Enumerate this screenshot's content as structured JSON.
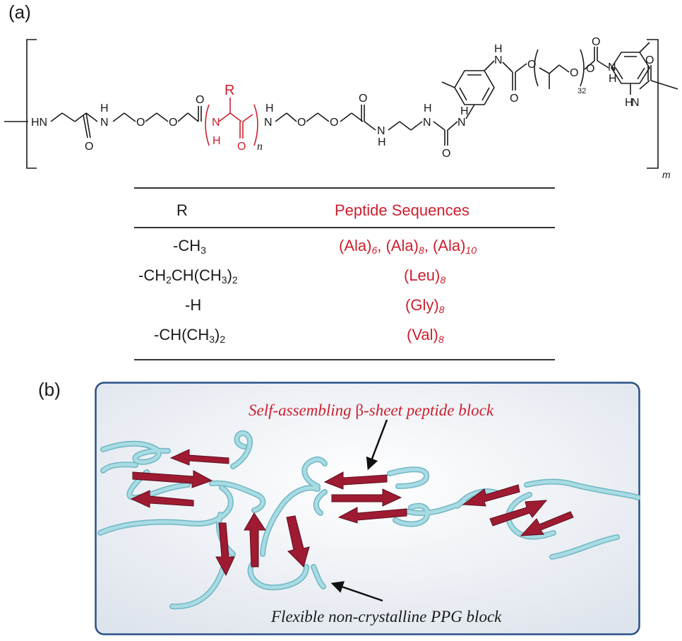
{
  "labels": {
    "panel_a": "(a)",
    "panel_b": "(b)"
  },
  "structure": {
    "atoms": {
      "hn_start": "HN",
      "h1": "H",
      "n1": "N",
      "o_keto1": "O",
      "o_eth1": "O",
      "o_eth2": "O",
      "o_red_top": "O",
      "r_group": "R",
      "n_red": "N",
      "h_red": "H",
      "o_red_bottom": "O",
      "n_sub": "n",
      "h2": "H",
      "n2": "N",
      "o_eth3": "O",
      "o_eth4": "O",
      "o_keto2": "O",
      "n3": "N",
      "h3": "H",
      "h4": "H",
      "n4": "N",
      "o_urea": "O",
      "n5": "N",
      "h5": "H",
      "h6": "H",
      "n6": "N",
      "o_carb1": "O",
      "o_carb2": "O",
      "o_ppg": "O",
      "ppg_sub": "32",
      "o_carb3": "O",
      "o_carb4": "O",
      "n7": "N",
      "h7": "H",
      "h8": "H",
      "n8": "N",
      "o_end": "O",
      "m_sub": "m"
    }
  },
  "table": {
    "headers": [
      "R",
      "Peptide Sequences"
    ],
    "rows": [
      {
        "r": [
          "-CH",
          "3",
          ""
        ],
        "seq": [
          [
            "(Ala)",
            "6"
          ],
          [
            ", (Ala)",
            "8"
          ],
          [
            ", (Ala)",
            "10"
          ]
        ]
      },
      {
        "r": [
          "-CH",
          "2",
          "CH(CH",
          "3",
          ")",
          "2"
        ],
        "seq": [
          [
            "(Leu)",
            "8"
          ]
        ]
      },
      {
        "r": [
          "-H"
        ],
        "seq": [
          [
            "(Gly)",
            "8"
          ]
        ]
      },
      {
        "r": [
          "-CH(CH",
          "3",
          ")",
          "2"
        ],
        "seq": [
          [
            "(Val)",
            "8"
          ]
        ]
      }
    ]
  },
  "diagram": {
    "caption_top_pre": "Self-assembling ",
    "caption_top_beta": "β",
    "caption_top_post": "-sheet peptide block",
    "caption_bottom": "Flexible non-crystalline PPG block",
    "colors": {
      "strand": "#9e1b32",
      "coil": "#a8dbe3",
      "coil_edge": "#6fb7c4",
      "frame": "#2a4f86",
      "caption": "#cc1f2e"
    }
  }
}
